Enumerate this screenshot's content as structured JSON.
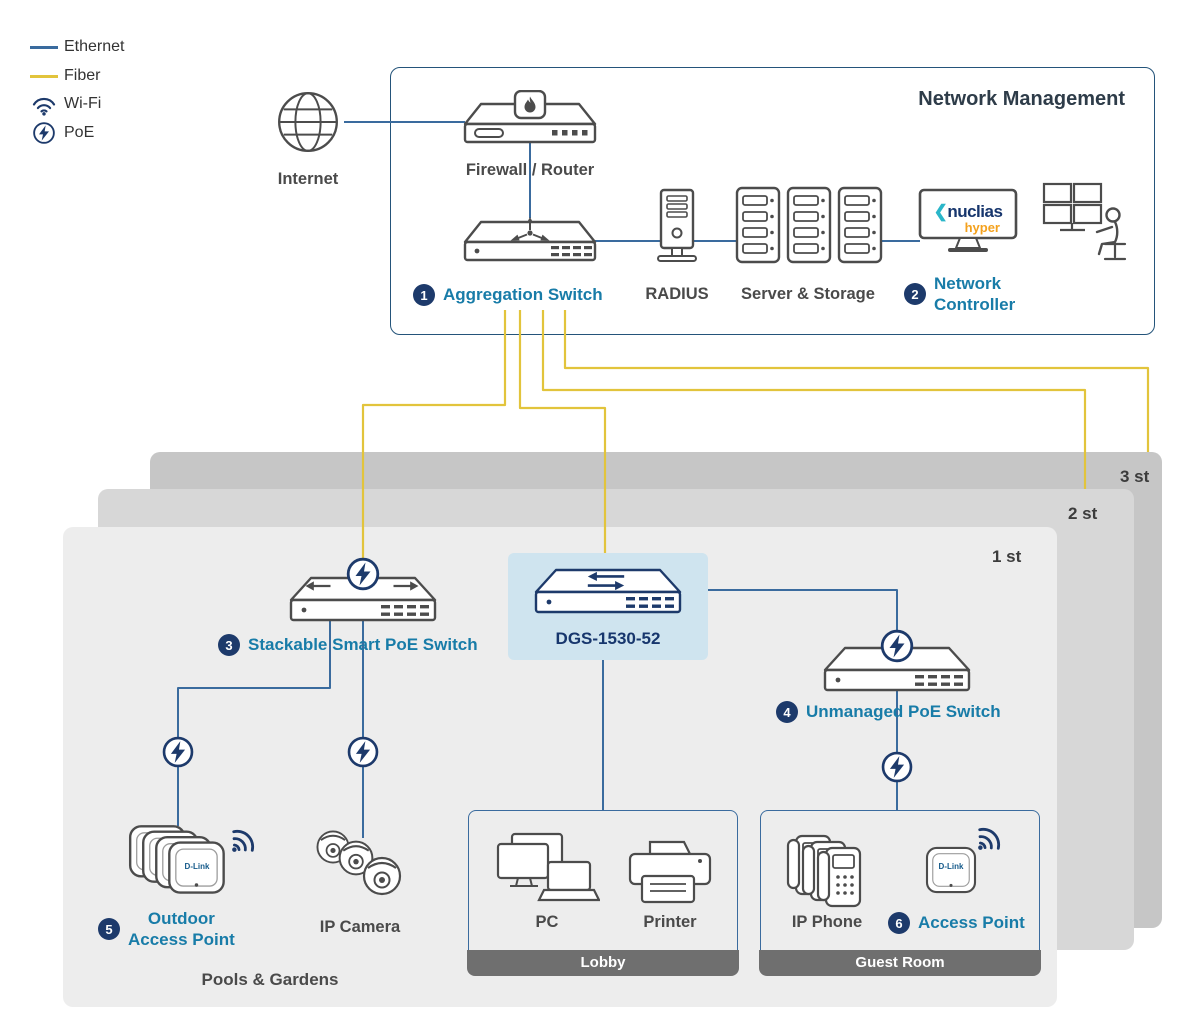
{
  "legend": {
    "items": [
      {
        "label": "Ethernet"
      },
      {
        "label": "Fiber"
      },
      {
        "label": "Wi-Fi"
      },
      {
        "label": "PoE"
      }
    ]
  },
  "management": {
    "title": "Network Management",
    "internet": "Internet",
    "firewall": "Firewall / Router",
    "aggregation_badge": "1",
    "aggregation": "Aggregation Switch",
    "radius": "RADIUS",
    "servers": "Server & Storage",
    "controller_badge": "2",
    "controller_line1": "Network",
    "controller_line2": "Controller",
    "nuclias_mark": "❮",
    "nuclias_brand": "nuclias",
    "nuclias_sub": "hyper"
  },
  "floors": {
    "f1": "1 st",
    "f2": "2 st",
    "f3": "3 st"
  },
  "floor1": {
    "stackable_badge": "3",
    "stackable": "Stackable Smart PoE Switch",
    "dgs": "DGS-1530-52",
    "unmanaged_badge": "4",
    "unmanaged": "Unmanaged PoE Switch",
    "outdoor_badge": "5",
    "outdoor_line1": "Outdoor",
    "outdoor_line2": "Access Point",
    "ip_camera": "IP Camera",
    "pc": "PC",
    "printer": "Printer",
    "lobby_bar": "Lobby",
    "ip_phone": "IP Phone",
    "guest_ap_badge": "6",
    "guest_ap": "Access Point",
    "guest_bar": "Guest Room",
    "area": "Pools & Gardens"
  },
  "device_brand": "D-Link",
  "colors": {
    "ethernet": "#3a6b9e",
    "fiber": "#e2c43c",
    "navy": "#1d3a6b",
    "teal_label": "#187CA8",
    "dgs_text": "#17366d",
    "dgs_highlight": "#cfe4ef",
    "floor1_bg": "#ededed",
    "floor2_bg": "#d7d7d7",
    "floor3_bg": "#c6c6c6",
    "zone_bar_bg": "#6f6f6f",
    "device_stroke": "#4c4c4c"
  }
}
